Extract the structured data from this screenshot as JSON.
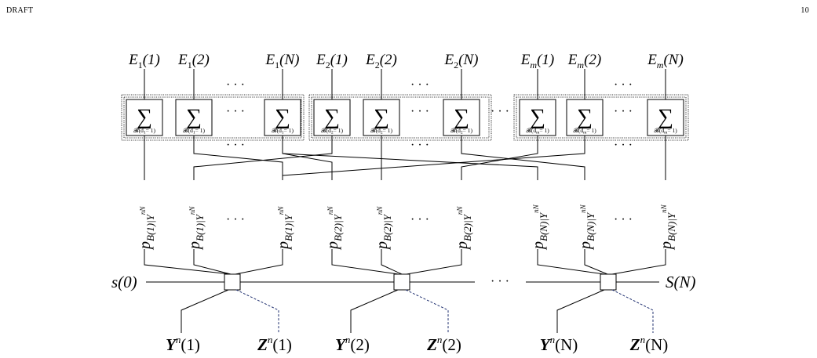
{
  "header": {
    "left": "DRAFT",
    "right": "10"
  },
  "diagram": {
    "dots": "· · ·",
    "sum_symbol": "∑",
    "groups": [
      {
        "E_labels": [
          "E",
          "E",
          "E"
        ],
        "E_subs": [
          "1",
          "1",
          "1"
        ],
        "E_args": [
          "(1)",
          "(2)",
          "(N)"
        ],
        "sum_label": "𝓑(d",
        "sum_sub": "1",
        "sum_tail": "= 1)"
      },
      {
        "E_labels": [
          "E",
          "E",
          "E"
        ],
        "E_subs": [
          "2",
          "2",
          "2"
        ],
        "E_args": [
          "(1)",
          "(2)",
          "(N)"
        ],
        "sum_label": "𝓑(d",
        "sum_sub": "2",
        "sum_tail": "= 1)"
      },
      {
        "E_labels": [
          "E",
          "E",
          "E"
        ],
        "E_subs": [
          "m",
          "m",
          "m"
        ],
        "E_args": [
          "(1)",
          "(2)",
          "(N)"
        ],
        "sum_label": "𝓑(d",
        "sum_sub": "m",
        "sum_tail": "= 1)"
      }
    ],
    "p_labels": [
      {
        "main": "p",
        "sub": "B(1)|Y",
        "sup": "nN"
      },
      {
        "main": "p",
        "sub": "B(1)|Y",
        "sup": "nN"
      },
      {
        "main": "p",
        "sub": "B(1)|Y",
        "sup": "nN"
      },
      {
        "main": "p",
        "sub": "B(2)|Y",
        "sup": "nN"
      },
      {
        "main": "p",
        "sub": "B(2)|Y",
        "sup": "nN"
      },
      {
        "main": "p",
        "sub": "B(2)|Y",
        "sup": "nN"
      },
      {
        "main": "p",
        "sub": "B(N)|Y",
        "sup": "nN"
      },
      {
        "main": "p",
        "sub": "B(N)|Y",
        "sup": "nN"
      },
      {
        "main": "p",
        "sub": "B(N)|Y",
        "sup": "nN"
      }
    ],
    "state_start": "s(0)",
    "state_end": "S(N)",
    "outputs": [
      {
        "Y": "Y",
        "Ysup": "n",
        "Yarg": "(1)",
        "Z": "Z",
        "Zsup": "n",
        "Zarg": "(1)"
      },
      {
        "Y": "Y",
        "Ysup": "n",
        "Yarg": "(2)",
        "Z": "Z",
        "Zsup": "n",
        "Zarg": "(2)"
      },
      {
        "Y": "Y",
        "Ysup": "n",
        "Yarg": "(N)",
        "Z": "Z",
        "Zsup": "n",
        "Zarg": "(N)"
      }
    ]
  }
}
